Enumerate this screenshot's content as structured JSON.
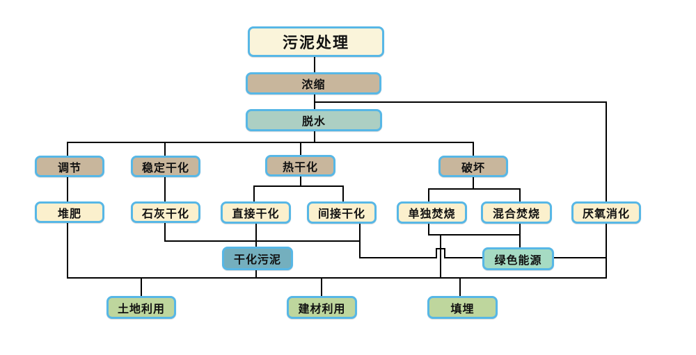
{
  "diagram": {
    "type": "flowchart",
    "title": "污泥处理",
    "nodes": [
      {
        "id": "sludge-treatment",
        "label": "污泥处理"
      },
      {
        "id": "thickening",
        "label": "浓缩"
      },
      {
        "id": "dewatering",
        "label": "脱水"
      },
      {
        "id": "conditioning",
        "label": "调节"
      },
      {
        "id": "stabilization-drying",
        "label": "稳定干化"
      },
      {
        "id": "thermal-drying",
        "label": "热干化"
      },
      {
        "id": "destruction",
        "label": "破坏"
      },
      {
        "id": "composting",
        "label": "堆肥"
      },
      {
        "id": "lime-drying",
        "label": "石灰干化"
      },
      {
        "id": "direct-drying",
        "label": "直接干化"
      },
      {
        "id": "indirect-drying",
        "label": "间接干化"
      },
      {
        "id": "mono-incineration",
        "label": "单独焚烧"
      },
      {
        "id": "co-incineration",
        "label": "混合焚烧"
      },
      {
        "id": "anaerobic-digestion",
        "label": "厌氧消化"
      },
      {
        "id": "dried-sludge",
        "label": "干化污泥"
      },
      {
        "id": "green-energy",
        "label": "绿色能源"
      },
      {
        "id": "land-use",
        "label": "土地利用"
      },
      {
        "id": "building-material-use",
        "label": "建材利用"
      },
      {
        "id": "landfill",
        "label": "填埋"
      }
    ],
    "edges": [
      "污泥处理→浓缩",
      "浓缩→脱水",
      "浓缩→厌氧消化",
      "脱水→调节",
      "脱水→稳定干化",
      "脱水→热干化",
      "脱水→破坏",
      "调节→堆肥",
      "稳定干化→石灰干化",
      "热干化→直接干化",
      "热干化→间接干化",
      "破坏→单独焚烧",
      "破坏→混合焚烧",
      "直接干化→干化污泥",
      "石灰干化→绿色能源",
      "间接干化→绿色能源",
      "混合焚烧→绿色能源",
      "厌氧消化→绿色能源",
      "堆肥→底部汇流",
      "干化污泥→底部汇流",
      "单独焚烧/混合焚烧→底部汇流",
      "厌氧消化→底部汇流",
      "底部汇流→土地利用",
      "底部汇流→建材利用",
      "底部汇流→填埋"
    ],
    "colors": {
      "border": "#57b7e6",
      "cream": "#fbf0cd",
      "cream_title": "#faf4da",
      "tan": "#c8b69c",
      "teal_light": "#accfc3",
      "teal_dark": "#74afbe",
      "mint_green": "#a6dbc3",
      "olive_green": "#bed69d",
      "line": "#000000",
      "background": "#ffffff"
    }
  }
}
